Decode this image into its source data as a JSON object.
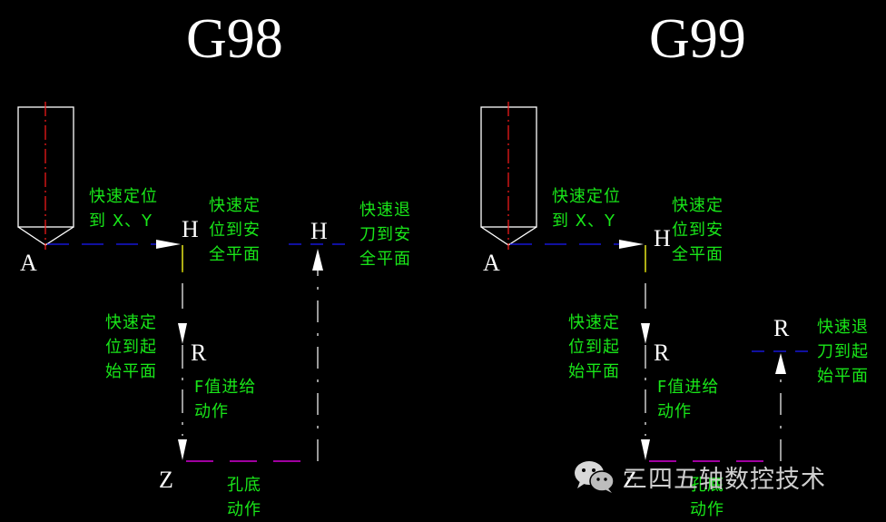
{
  "diagrams": [
    {
      "title": "G98",
      "labels": {
        "A": "A",
        "H1": "H",
        "H2": "H",
        "R": "R",
        "Z": "Z"
      },
      "notes": {
        "rapid_xy": "快速定位\n到 X、Y",
        "rapid_safe": "快速定\n位到安\n全平面",
        "retract_safe": "快速退\n刀到安\n全平面",
        "rapid_start": "快速定\n位到起\n始平面",
        "feed": "F值进给\n动作",
        "hole_bottom": "孔底\n动作"
      }
    },
    {
      "title": "G99",
      "labels": {
        "A": "A",
        "H1": "H",
        "R1": "R",
        "R2": "R",
        "Z": "Z"
      },
      "notes": {
        "rapid_xy": "快速定位\n到 X、Y",
        "rapid_safe": "快速定\n位到安\n全平面",
        "retract_start": "快速退\n刀到起\n始平面",
        "rapid_start": "快速定\n位到起\n始平面",
        "feed": "F值进给\n动作",
        "hole_bottom": "孔底\n动作"
      }
    }
  ],
  "watermark": {
    "icon": "wechat-icon",
    "text": "三四五轴数控技术"
  },
  "colors": {
    "background": "#000000",
    "tool": "#ffffff",
    "centerline": "#ff1a1a",
    "rapid_path": "#1a1aff",
    "feed_path": "#ffff00",
    "hole_bottom_path": "#ff00ff",
    "notes": "#19e619"
  }
}
